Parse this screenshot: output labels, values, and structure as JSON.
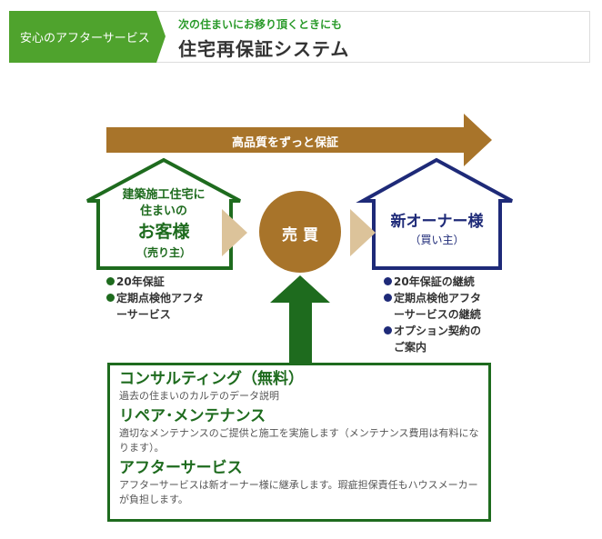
{
  "header": {
    "label": "安心のアフターサービス",
    "subtitle": "次の住まいにお移り頂くときにも",
    "title": "住宅再保証システム"
  },
  "top_arrow": {
    "text": "高品質をずっと保証"
  },
  "seller": {
    "line1": "建築施工住宅に",
    "line2": "住まいの",
    "name": "お客様",
    "role": "（売り主）",
    "items": [
      "20年保証",
      "定期点検他アフタ",
      "ーサービス"
    ]
  },
  "center": {
    "text": "売 買"
  },
  "buyer": {
    "name": "新オーナー様",
    "role": "（買い主）",
    "items": [
      "20年保証の継続",
      "定期点検他アフタ",
      "ーサービスの継続",
      "オプション契約の",
      "ご案内"
    ]
  },
  "services": [
    {
      "title": "コンサルティング（無料）",
      "desc": "過去の住まいのカルテのデータ説明"
    },
    {
      "title": "リペア･メンテナンス",
      "desc": "適切なメンテナンスのご提供と施工を実施します（メンテナンス費用は有料になります）。"
    },
    {
      "title": "アフターサービス",
      "desc": "アフターサービスは新オーナー様に継承します。瑕疵担保責任もハウスメーカーが負担します。"
    }
  ],
  "colors": {
    "green": "#1e6b1e",
    "header_green": "#4fa32d",
    "navy": "#1e2a78",
    "brown": "#a8742a",
    "tan": "#dcc39a"
  }
}
